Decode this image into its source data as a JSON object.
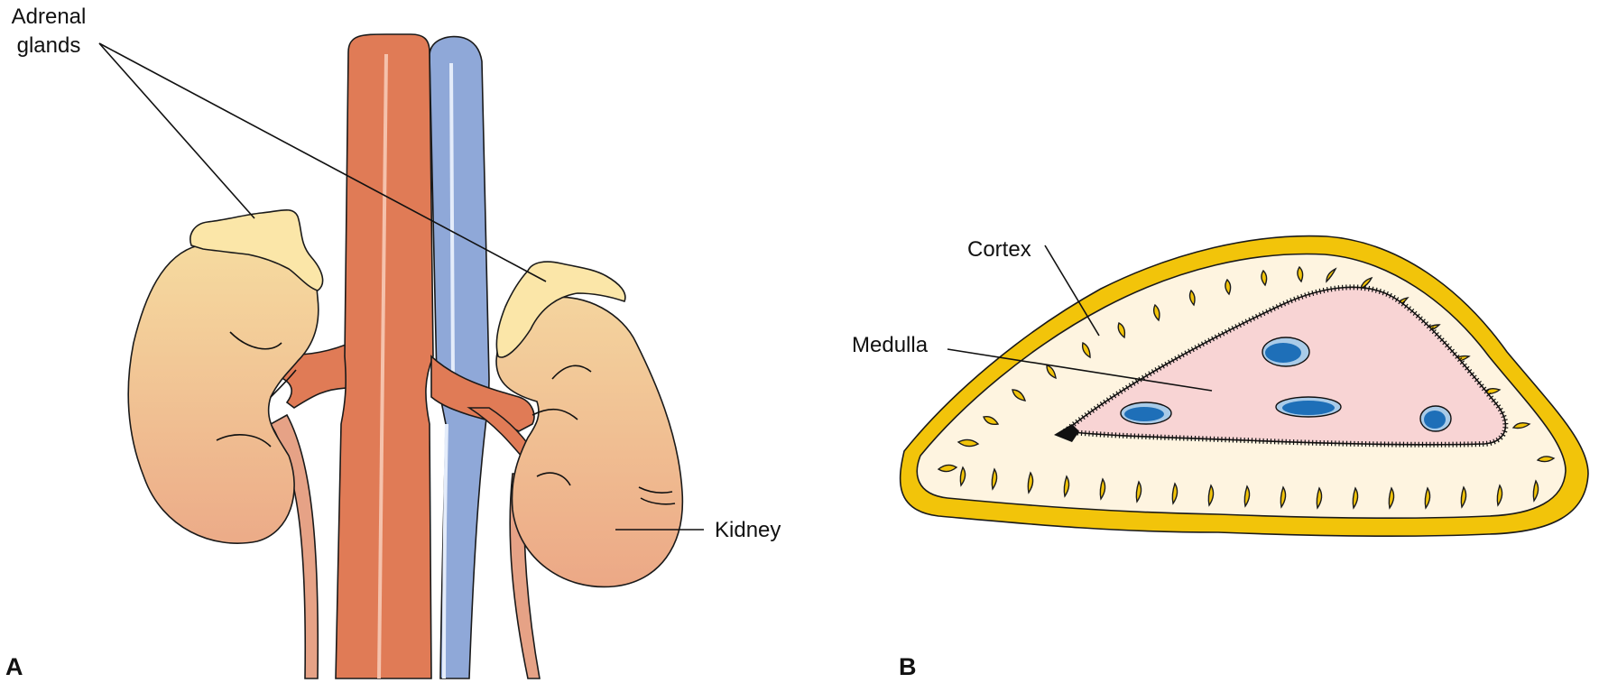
{
  "panels": {
    "a": {
      "letter": "A",
      "labels": {
        "adrenal_line1": "Adrenal",
        "adrenal_line2": "glands",
        "kidney": "Kidney"
      }
    },
    "b": {
      "letter": "B",
      "labels": {
        "cortex": "Cortex",
        "medulla": "Medulla"
      }
    }
  },
  "colors": {
    "aorta": "#e07b56",
    "vena_cava": "#8fa8d8",
    "kidney_top": "#f6dca0",
    "kidney_bottom": "#ecab88",
    "adrenal": "#fbe6a8",
    "ureter": "#e6a286",
    "cortex_capsule": "#f2c40a",
    "cortex_fill": "#fef4e0",
    "medulla_fill": "#f8d4d4",
    "vessel_blue": "#1e6fb8",
    "vessel_ring": "#a9cbe8"
  }
}
